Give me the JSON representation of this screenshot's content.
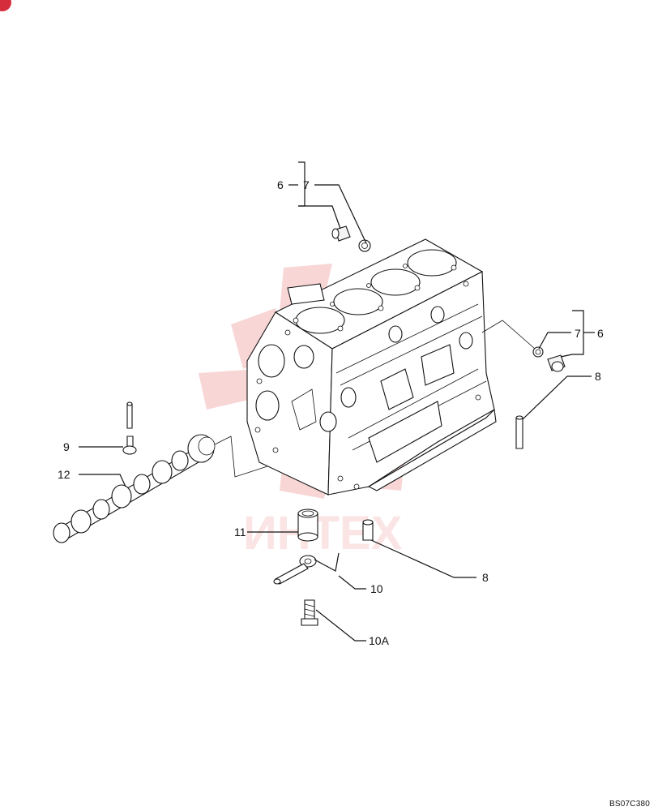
{
  "drawing_code": "BS07C380",
  "watermark_text": "ИНТЕХ",
  "colors": {
    "watermark": "#f3b5b5",
    "badge": "#d62d3c",
    "ink": "#111111"
  },
  "callouts": {
    "c6_top": "6",
    "c7_top": "7",
    "c7_right": "7",
    "c6_right": "6",
    "c8_right": "8",
    "c9": "9",
    "c12": "12",
    "c11": "11",
    "c10": "10",
    "c10a": "10A",
    "c8_bottom": "8"
  }
}
